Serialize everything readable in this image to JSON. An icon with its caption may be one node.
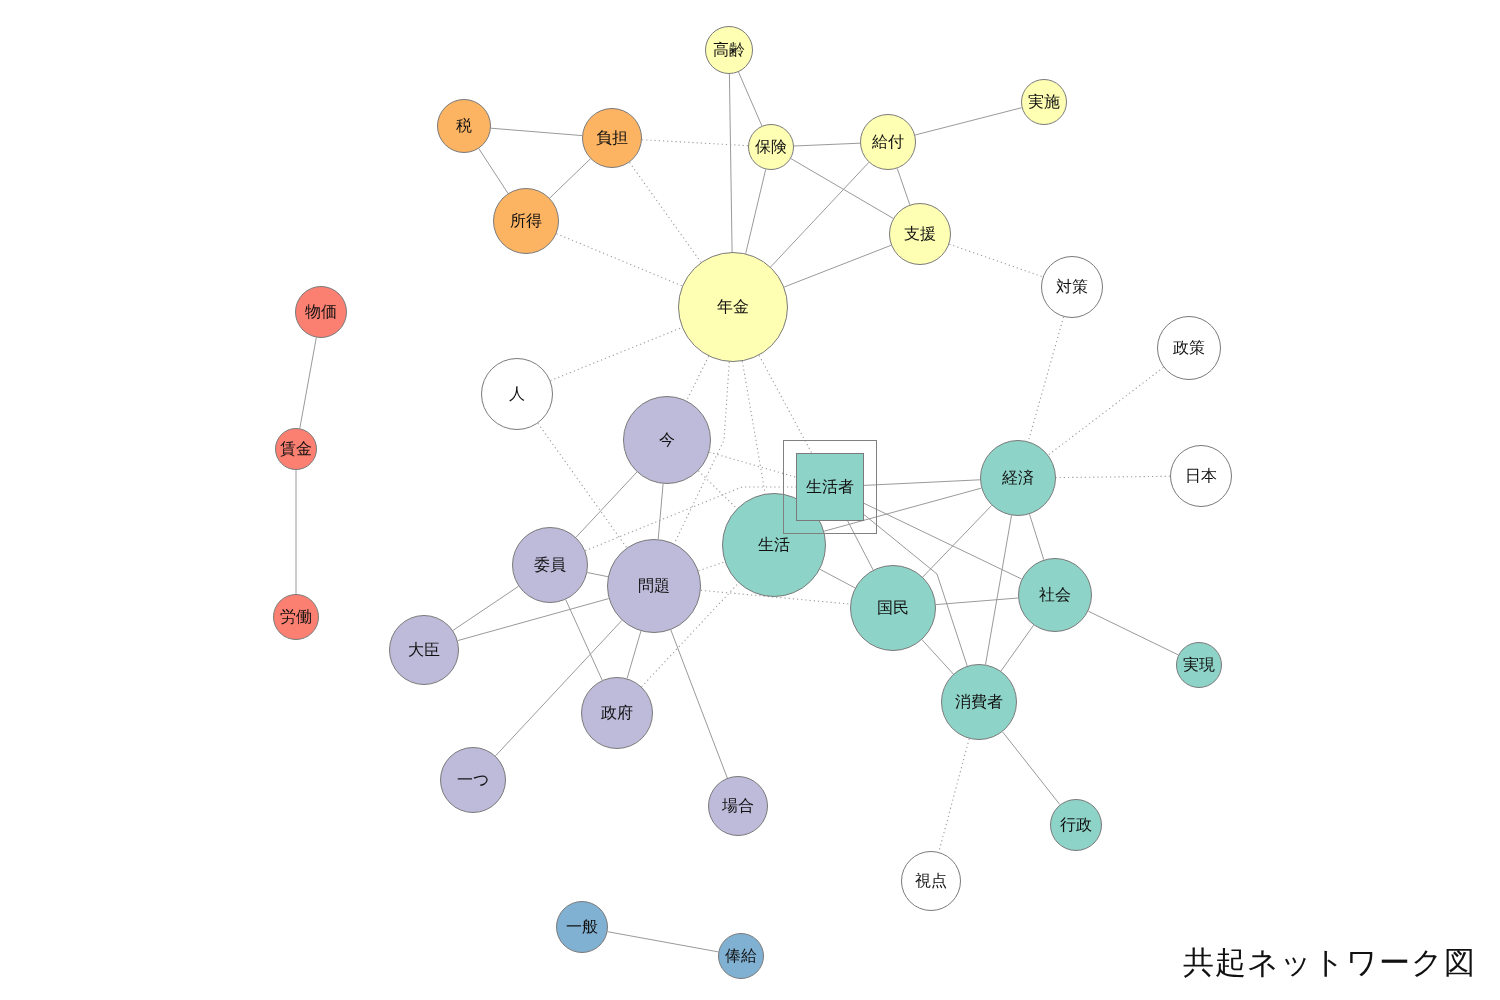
{
  "diagram": {
    "caption": "共起ネットワーク図",
    "nodes": [
      {
        "text": [
          "高齢"
        ]
      },
      {
        "text": [
          "実施"
        ]
      },
      {
        "text": [
          "税"
        ]
      },
      {
        "text": [
          "負担"
        ]
      },
      {
        "text": [
          "給付"
        ]
      },
      {
        "text": [
          "保険"
        ]
      },
      {
        "text": [
          "所得"
        ]
      },
      {
        "text": [
          "支援"
        ]
      },
      {
        "text": [
          "対策"
        ]
      },
      {
        "text": [
          "年金"
        ]
      },
      {
        "text": [
          "物価"
        ]
      },
      {
        "text": [
          "政策"
        ]
      },
      {
        "text": [
          "人"
        ]
      },
      {
        "text": [
          "今"
        ]
      },
      {
        "text": [
          "賃金"
        ]
      },
      {
        "text": [
          "日本"
        ]
      },
      {
        "text": [
          "経済"
        ]
      },
      {
        "text": [
          "生活者"
        ]
      },
      {
        "text": [
          "生活"
        ]
      },
      {
        "text": [
          "委員"
        ]
      },
      {
        "text": [
          "問題"
        ]
      },
      {
        "text": [
          "社会"
        ]
      },
      {
        "text": [
          "国民"
        ]
      },
      {
        "text": [
          "労働"
        ]
      },
      {
        "text": [
          "大臣"
        ]
      },
      {
        "text": [
          "実現"
        ]
      },
      {
        "text": [
          "消費者"
        ]
      },
      {
        "text": [
          "政府"
        ]
      },
      {
        "text": [
          "一つ"
        ]
      },
      {
        "text": [
          "場合"
        ]
      },
      {
        "text": [
          "行政"
        ]
      },
      {
        "text": [
          "視点"
        ]
      },
      {
        "text": [
          "一般"
        ]
      },
      {
        "text": [
          "俸給"
        ]
      }
    ],
    "edges": [
      {
        "from": 0,
        "to": 9,
        "arrow": "none"
      },
      {
        "from": 0,
        "to": 5,
        "arrow": "none"
      },
      {
        "from": 2,
        "to": 3,
        "arrow": "none"
      },
      {
        "from": 2,
        "to": 6,
        "arrow": "none"
      },
      {
        "from": 3,
        "to": 6,
        "arrow": "none"
      },
      {
        "from": 3,
        "to": 5,
        "arrow": "none",
        "style": "dashed"
      },
      {
        "from": 3,
        "to": 9,
        "arrow": "none",
        "style": "dashed"
      },
      {
        "from": 6,
        "to": 9,
        "arrow": "none",
        "style": "dashed"
      },
      {
        "from": 5,
        "to": 4,
        "arrow": "none"
      },
      {
        "from": 5,
        "to": 9,
        "arrow": "none"
      },
      {
        "from": 5,
        "to": 7,
        "arrow": "none"
      },
      {
        "from": 4,
        "to": 1,
        "arrow": "none"
      },
      {
        "from": 4,
        "to": 9,
        "arrow": "none"
      },
      {
        "from": 4,
        "to": 7,
        "arrow": "none"
      },
      {
        "from": 7,
        "to": 9,
        "arrow": "none"
      },
      {
        "from": 7,
        "to": 8,
        "arrow": "none",
        "style": "dashed"
      },
      {
        "from": 8,
        "to": 16,
        "arrow": "none",
        "style": "dashed"
      },
      {
        "from": 11,
        "to": 16,
        "arrow": "none",
        "style": "dashed"
      },
      {
        "from": 15,
        "to": 16,
        "arrow": "none",
        "style": "dashed"
      },
      {
        "from": 12,
        "to": 9,
        "arrow": "none",
        "style": "dashed"
      },
      {
        "from": 12,
        "to": 20,
        "arrow": "none",
        "style": "dashed"
      },
      {
        "from": 9,
        "to": 13,
        "arrow": "none",
        "style": "dashed"
      },
      {
        "from": 9,
        "to": 20,
        "arrow": "none",
        "style": "dashed"
      },
      {
        "from": 9,
        "to": 18,
        "arrow": "none",
        "style": "dashed"
      },
      {
        "from": 9,
        "to": 17,
        "arrow": "none",
        "style": "dashed"
      },
      {
        "from": 13,
        "to": 17,
        "arrow": "none",
        "style": "dashed"
      },
      {
        "from": 13,
        "to": 18,
        "arrow": "none",
        "style": "dashed"
      },
      {
        "from": 13,
        "to": 20,
        "arrow": "none"
      },
      {
        "from": 13,
        "to": 19,
        "arrow": "none"
      },
      {
        "from": 19,
        "to": 17,
        "arrow": "none",
        "style": "dashed"
      },
      {
        "from": 19,
        "to": 20,
        "arrow": "none"
      },
      {
        "from": 19,
        "to": 24,
        "arrow": "none"
      },
      {
        "from": 19,
        "to": 27,
        "arrow": "none"
      },
      {
        "from": 20,
        "to": 24,
        "arrow": "none"
      },
      {
        "from": 20,
        "to": 27,
        "arrow": "none"
      },
      {
        "from": 20,
        "to": 28,
        "arrow": "none"
      },
      {
        "from": 20,
        "to": 29,
        "arrow": "none"
      },
      {
        "from": 20,
        "to": 18,
        "arrow": "none",
        "style": "dashed"
      },
      {
        "from": 20,
        "to": 22,
        "arrow": "none",
        "style": "dashed"
      },
      {
        "from": 27,
        "to": 18,
        "arrow": "none",
        "style": "dashed"
      },
      {
        "from": 18,
        "to": 22,
        "arrow": "none"
      },
      {
        "from": 18,
        "to": 16,
        "arrow": "none"
      },
      {
        "from": 17,
        "to": 16,
        "arrow": "none"
      },
      {
        "from": 17,
        "to": 21,
        "arrow": "none"
      },
      {
        "from": 17,
        "to": 22,
        "arrow": "none"
      },
      {
        "from": 17,
        "to": 26,
        "arrow": "none"
      },
      {
        "from": 16,
        "to": 22,
        "arrow": "none"
      },
      {
        "from": 16,
        "to": 26,
        "arrow": "none"
      },
      {
        "from": 16,
        "to": 21,
        "arrow": "none"
      },
      {
        "from": 22,
        "to": 21,
        "arrow": "none"
      },
      {
        "from": 22,
        "to": 26,
        "arrow": "none"
      },
      {
        "from": 21,
        "to": 26,
        "arrow": "none"
      },
      {
        "from": 21,
        "to": 25,
        "arrow": "none"
      },
      {
        "from": 26,
        "to": 30,
        "arrow": "none"
      },
      {
        "from": 26,
        "to": 31,
        "arrow": "none",
        "style": "dashed"
      },
      {
        "from": 10,
        "to": 14,
        "arrow": "none"
      },
      {
        "from": 14,
        "to": 23,
        "arrow": "none"
      },
      {
        "from": 32,
        "to": 33,
        "arrow": "none"
      }
    ]
  }
}
